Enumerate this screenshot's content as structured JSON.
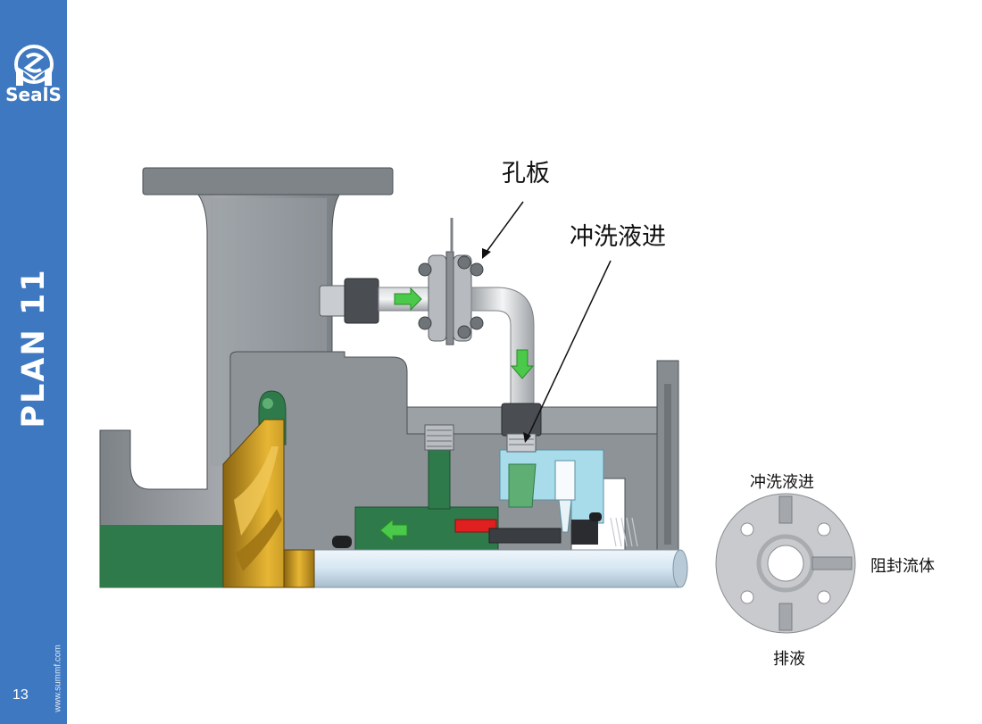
{
  "sidebar": {
    "brand": "SealS",
    "plan_title": "PLAN 11",
    "page_number": "13",
    "website": "www.summf.com"
  },
  "labels": {
    "orifice": "孔板",
    "flush_inlet": "冲洗液进",
    "gland_flush_inlet": "冲洗液进",
    "barrier_fluid": "阻封流体",
    "drain": "排液"
  },
  "colors": {
    "sidebar_blue": "#3d78c0",
    "casing_gray": "#8e9398",
    "casing_dark": "#5f6469",
    "casing_green": "#2f7a4a",
    "impeller_gold": "#c9961e",
    "shaft_blue": "#d5e6f3",
    "flow_arrow_green": "#4bc94b",
    "seal_red": "#e02020",
    "seal_cyan": "#a9dceb"
  },
  "icons": {
    "logo": "seals-logo-icon",
    "flow_arrow": "green-flow-arrow-icon"
  }
}
